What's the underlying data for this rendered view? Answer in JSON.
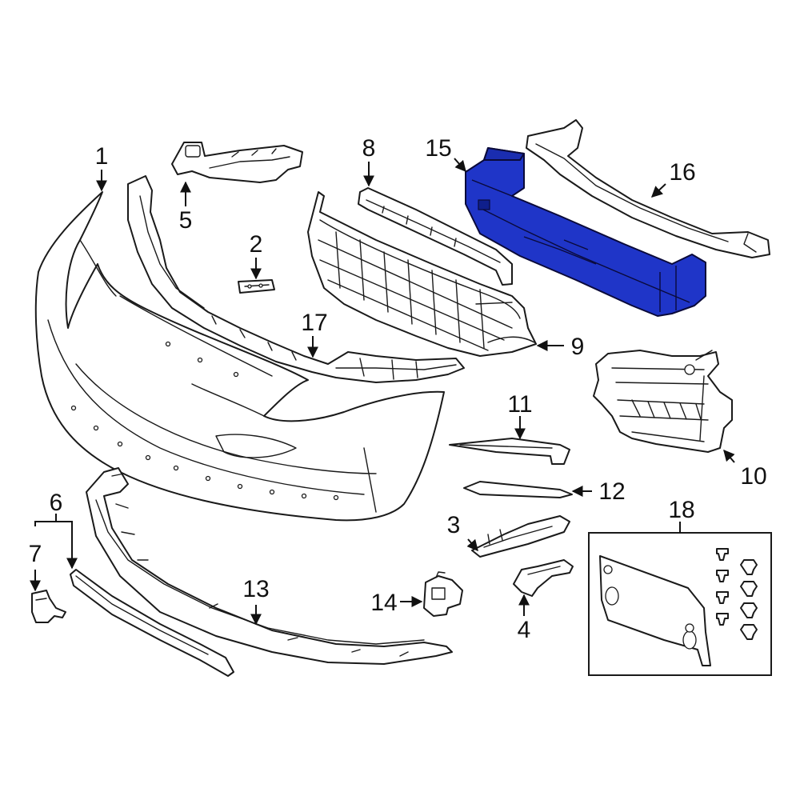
{
  "colors": {
    "line": "#1a1a1a",
    "background": "#ffffff",
    "highlight": "#1f35c8",
    "highlight_dark": "#0f1f8c"
  },
  "highlighted_part": "15",
  "callouts": {
    "c1": "1",
    "c2": "2",
    "c3": "3",
    "c4": "4",
    "c5": "5",
    "c6": "6",
    "c7": "7",
    "c8": "8",
    "c9": "9",
    "c10": "10",
    "c11": "11",
    "c12": "12",
    "c13": "13",
    "c14": "14",
    "c15": "15",
    "c16": "16",
    "c17": "17",
    "c18": "18"
  }
}
